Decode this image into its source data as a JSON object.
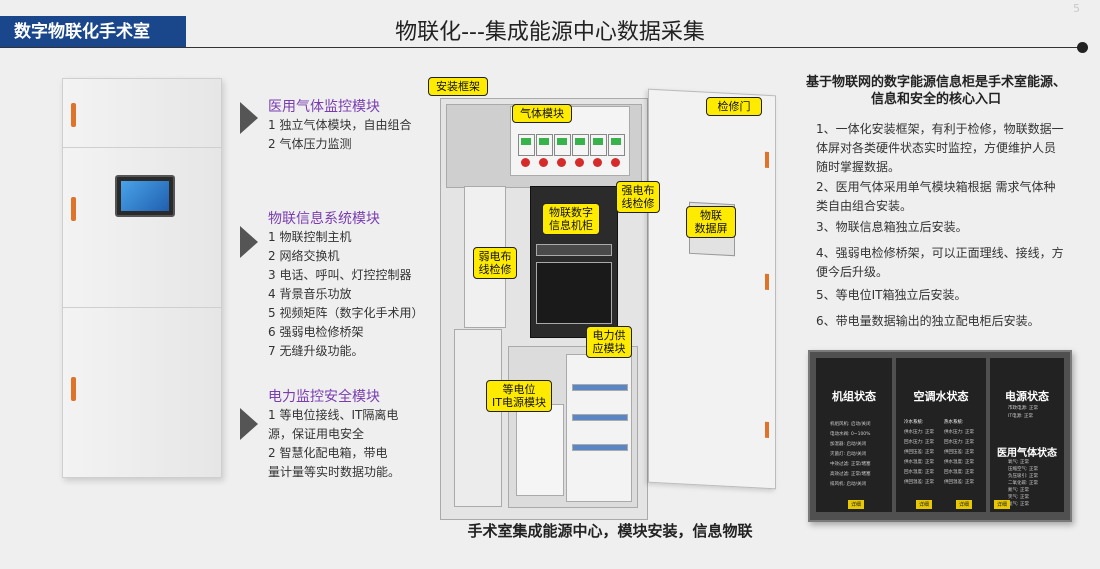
{
  "header": {
    "badge": "数字物联化手术室",
    "title": "物联化---集成能源中心数据采集",
    "page_number": "5"
  },
  "left_sections": [
    {
      "title": "医用气体监控模块",
      "lines": [
        "1 独立气体模块，自由组合",
        "2 气体压力监测"
      ]
    },
    {
      "title": "物联信息系统模块",
      "lines": [
        "1 物联控制主机",
        "2 网络交换机",
        "3 电话、呼叫、灯控控制器",
        "4 背景音乐功放",
        "5 视频矩阵（数字化手术用）",
        "6 强弱电检修桥架",
        "7 无缝升级功能。"
      ]
    },
    {
      "title": "电力监控安全模块",
      "lines": [
        "1 等电位接线、IT隔离电",
        "源，保证用电安全",
        "2 智慧化配电箱，带电",
        "量计量等实时数据功能。"
      ]
    }
  ],
  "rack_labels": {
    "frame": "安装框架",
    "gas": "气体模块",
    "door": "检修门",
    "strong": "强电布\n线检修",
    "iot_cab": "物联数字\n信息机柜",
    "iot_screen": "物联\n数据屏",
    "weak": "弱电布\n线检修",
    "power": "电力供\n应模块",
    "equi": "等电位\nIT电源模块"
  },
  "caption": "手术室集成能源中心，模块安装，信息物联",
  "right": {
    "title": "基于物联网的数字能源信息柜是手术室能源、信息和安全的核心入口",
    "items": [
      "1、一体化安装框架，有利于检修，物联数据一体屏对各类硬件状态实时监控，方便维护人员随时掌握数据。",
      "2、医用气体采用单气模块箱根据 需求气体种类自由组合安装。",
      "3、物联信息箱独立后安装。",
      "4、强弱电检修桥架，可以正面理线、接线，方便今后升级。",
      "5、等电位IT箱独立后安装。",
      "6、带电量数据输出的独立配电柜后安装。"
    ]
  },
  "dashboard": {
    "unit_title": "机组状态",
    "unit_rows": [
      "机组风机: 启动/关闭",
      "电动水阀: 0~100%",
      "加湿器: 启动/关闭",
      "灭菌灯: 启动/关闭",
      "中效过滤: 正常/堵塞",
      "高效过滤: 正常/堵塞",
      "排风机: 启动/关闭"
    ],
    "unit_btn": "详细",
    "water_title": "空调水状态",
    "water_cols": [
      "冷水系统:",
      "热水系统:"
    ],
    "water_rows": [
      "供水压力: 正常",
      "回水压力: 正常",
      "供回压差: 正常",
      "供水温度: 正常",
      "回水温度: 正常",
      "供回温差: 正常"
    ],
    "water_btn": "详细",
    "power_title": "电源状态",
    "power_rows": [
      "市政电源: 正常",
      "IT电源: 正常"
    ],
    "gas_title": "医用气体状态",
    "gas_rows": [
      "氧气: 正常",
      "压缩空气: 正常",
      "负压吸引: 正常",
      "二氧化碳: 正常",
      "氮气: 正常",
      "笑气: 正常",
      "氩气: 正常"
    ],
    "gas_btn": "详细"
  }
}
